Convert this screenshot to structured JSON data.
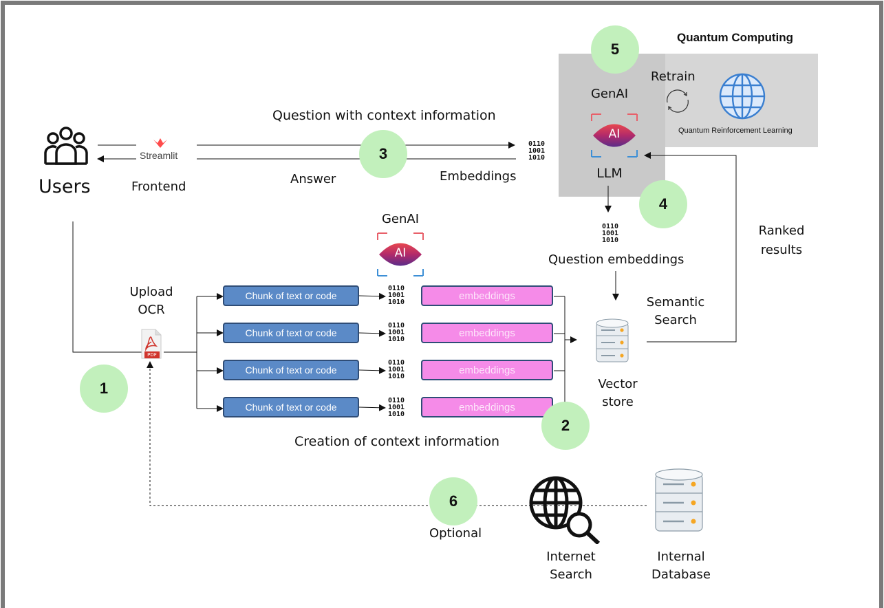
{
  "users": {
    "label": "Users"
  },
  "frontend": {
    "brand": "Streamlit",
    "label": "Frontend"
  },
  "flows": {
    "question": "Question with context information",
    "answer": "Answer",
    "embeddings": "Embeddings",
    "question_embeddings": "Question embeddings",
    "ranked_results": "Ranked\nresults",
    "semantic_search": "Semantic\nSearch",
    "optional": "Optional",
    "creation": "Creation of context information"
  },
  "upload": {
    "label": "Upload\nOCR",
    "file_text": "PDF"
  },
  "genai_top": {
    "label": "GenAI",
    "logo_text": "AI",
    "sublabel": "LLM"
  },
  "genai_mid": {
    "label": "GenAI",
    "logo_text": "AI"
  },
  "quantum": {
    "title": "Quantum Computing",
    "retrain": "Retrain",
    "qrl": "Quantum Reinforcement Learning"
  },
  "binary": "0110\n1001\n1010",
  "chunks": [
    {
      "label": "Chunk of text or code",
      "embedding": "embeddings"
    },
    {
      "label": "Chunk of text or code",
      "embedding": "embeddings"
    },
    {
      "label": "Chunk of text or code",
      "embedding": "embeddings"
    },
    {
      "label": "Chunk of text or code",
      "embedding": "embeddings"
    }
  ],
  "vector_store": {
    "label": "Vector\nstore"
  },
  "internet_search": {
    "label": "Internet\nSearch"
  },
  "internal_db": {
    "label": "Internal\nDatabase"
  },
  "steps": [
    "1",
    "2",
    "3",
    "4",
    "5",
    "6"
  ],
  "colors": {
    "badge": "#c2f0bc",
    "chunk_fill": "#5b8ac7",
    "embedding_fill": "#f58be8",
    "quantum_panel": "#d6d6d6",
    "genai_panel": "#c9c9c9",
    "frame": "#7a7a7a"
  },
  "icons": [
    "users-icon",
    "streamlit-logo-icon",
    "pdf-file-icon",
    "ai-logo-icon",
    "refresh-cycle-icon",
    "globe-icon",
    "database-icon",
    "globe-search-icon"
  ]
}
